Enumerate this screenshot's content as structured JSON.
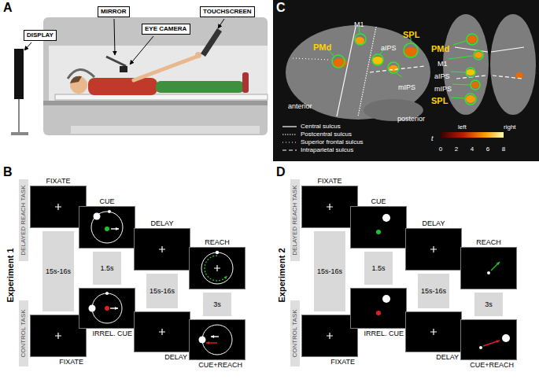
{
  "diagram": {
    "nodes": [
      {
        "text": [
          "DISPLAY"
        ]
      },
      {
        "text": [
          "MIRROR"
        ]
      },
      {
        "text": [
          "EYE CAMERA"
        ]
      },
      {
        "text": [
          "TOUCHSCREEN"
        ]
      },
      {
        "text": [
          "DELAYED REACH TASK"
        ]
      },
      {
        "text": [
          "CONTROL TASK"
        ]
      },
      {
        "text": [
          "FIXATE"
        ]
      },
      {
        "text": [
          "CUE"
        ]
      },
      {
        "text": [
          "DELAY"
        ]
      },
      {
        "text": [
          "REACH"
        ]
      },
      {
        "text": [
          "15s-16s"
        ]
      },
      {
        "text": [
          "1.5s"
        ]
      },
      {
        "text": [
          "15s-16s"
        ]
      },
      {
        "text": [
          "3s"
        ]
      },
      {
        "text": [
          "FIXATE"
        ]
      },
      {
        "text": [
          "IRREL. CUE"
        ]
      },
      {
        "text": [
          "DELAY"
        ]
      },
      {
        "text": [
          "CUE+REACH"
        ]
      },
      {
        "text": [
          "DELAYED REACH TASK"
        ]
      },
      {
        "text": [
          "CONTROL TASK"
        ]
      },
      {
        "text": [
          "FIXATE"
        ]
      },
      {
        "text": [
          "CUE"
        ]
      },
      {
        "text": [
          "DELAY"
        ]
      },
      {
        "text": [
          "REACH"
        ]
      },
      {
        "text": [
          "15s-16s"
        ]
      },
      {
        "text": [
          "1.5s"
        ]
      },
      {
        "text": [
          "15s-16s"
        ]
      },
      {
        "text": [
          "3s"
        ]
      },
      {
        "text": [
          "FIXATE"
        ]
      },
      {
        "text": [
          "IRREL. CUE"
        ]
      },
      {
        "text": [
          "DELAY"
        ]
      },
      {
        "text": [
          "CUE+REACH"
        ]
      }
    ],
    "labels": [
      "A",
      "B",
      "C",
      "D",
      "Experiment 1",
      "Experiment 2",
      "PMd",
      "M1",
      "aIPS",
      "mIPS",
      "SPL",
      "PMd",
      "M1",
      "aIPS",
      "mIPS",
      "SPL",
      "anterior",
      "posterior",
      "left",
      "right",
      "t",
      "0",
      "2",
      "4",
      "6",
      "8"
    ],
    "legend": [
      {
        "text": "Central sulcus"
      },
      {
        "text": "Postcentral sulcus"
      },
      {
        "text": "Superior frontal sulcus"
      },
      {
        "text": "Intraparietal sulcus"
      }
    ]
  }
}
